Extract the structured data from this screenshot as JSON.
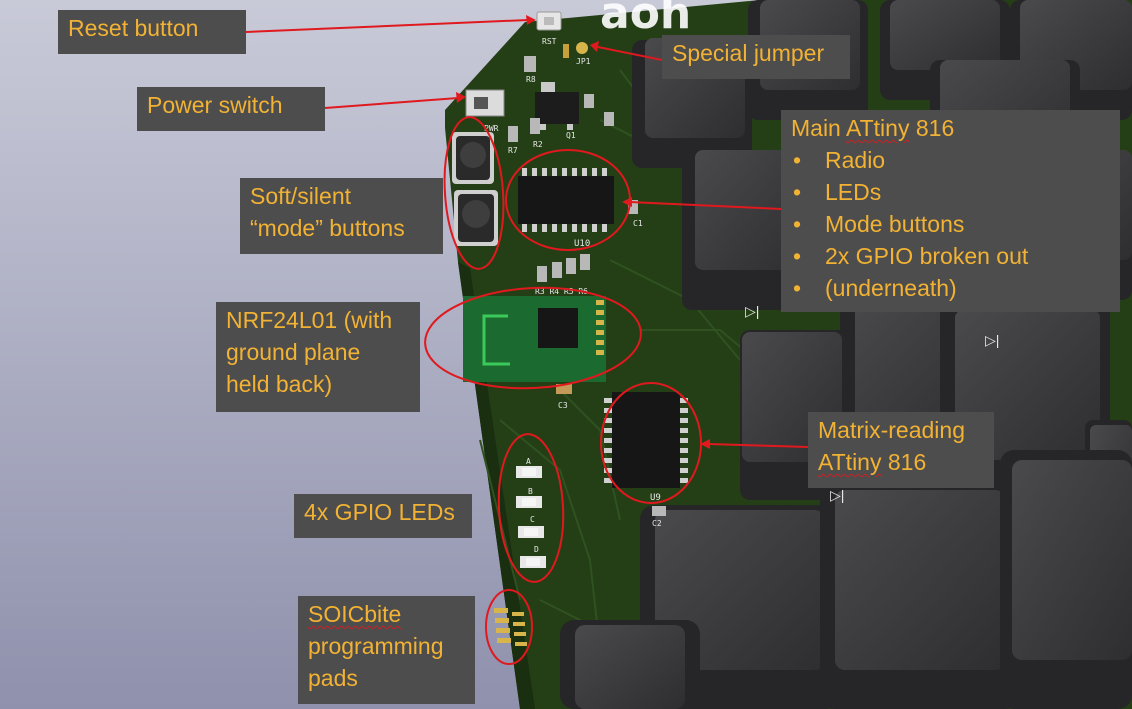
{
  "colors": {
    "background_top": "#c9cad8",
    "background_bottom": "#8f91ad",
    "pcb": "#243f16",
    "pcb_trace": "#2f5220",
    "keycap": "#3b3b3d",
    "label_bg": "#4d4d4d",
    "label_text": "#f2b233",
    "annotation": "#e0191e"
  },
  "labels": {
    "reset": "Reset button",
    "special_jumper": "Special jumper",
    "power_switch": "Power switch",
    "main_mcu": {
      "title_prefix": "Main ",
      "title_chip": "ATtiny",
      "title_suffix": " 816",
      "items": [
        "Radio",
        "LEDs",
        "Mode buttons",
        "2x GPIO broken out",
        "(underneath)"
      ]
    },
    "mode_buttons": [
      "Soft/silent",
      "“mode” buttons"
    ],
    "nrf": [
      "NRF24L01 (with",
      "ground plane",
      "held back)"
    ],
    "matrix": {
      "line1": "Matrix-reading",
      "line2_chip": "ATtiny",
      "line2_suffix": " 816"
    },
    "gpio_leds": "4x GPIO LEDs",
    "soicbite": {
      "name": "SOICbite",
      "line2": "programming",
      "line3": "pads"
    }
  },
  "silkscreen": {
    "reset": "RST",
    "jumper": "JP1",
    "power": "PWR",
    "r8": "R8",
    "r7": "R7",
    "r2": "R2",
    "q1": "Q1",
    "u10": "U10",
    "c1": "C1",
    "resistors": "R3 R4 R5 R6",
    "c3": "C3",
    "u9": "U9",
    "c2": "C2",
    "led_a": "A",
    "led_b": "B",
    "led_c": "C",
    "led_d": "D"
  }
}
